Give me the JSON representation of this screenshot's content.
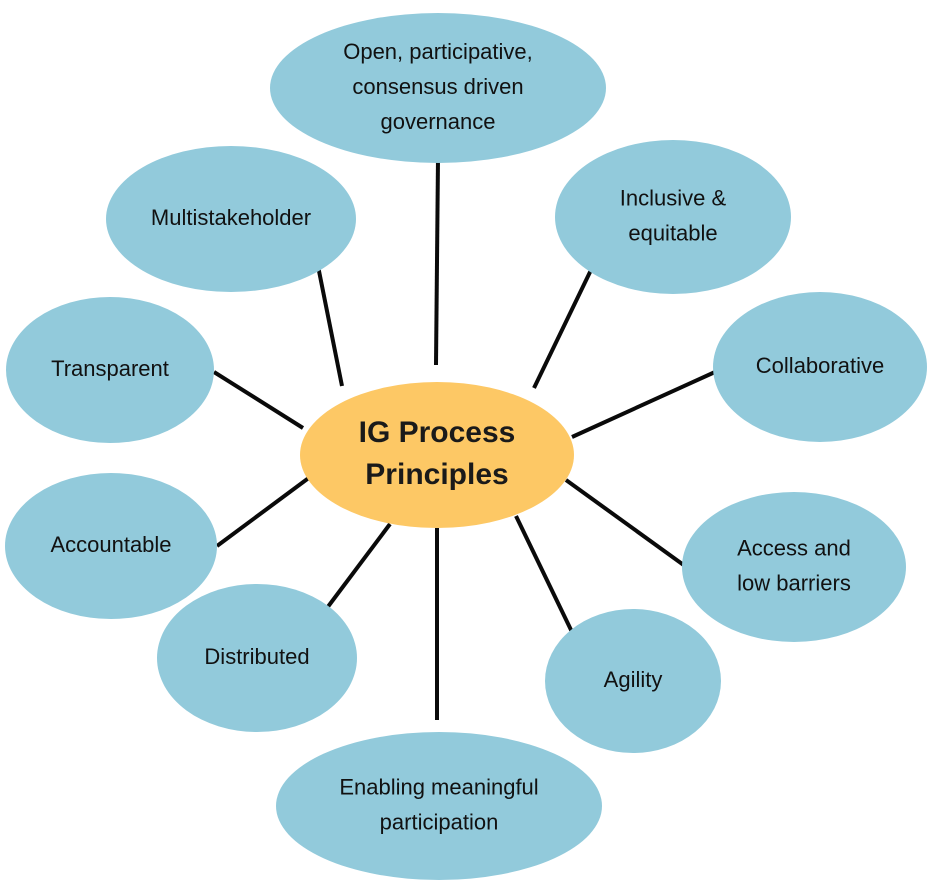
{
  "diagram": {
    "center": {
      "lines": [
        "IG Process",
        "Principles"
      ],
      "color": "#FDC865"
    },
    "node_color": "#92CADB",
    "line_color": "#0a0a0a",
    "nodes": [
      {
        "id": "open-participative",
        "lines": [
          "Open, participative,",
          "consensus driven",
          "governance"
        ]
      },
      {
        "id": "inclusive-equitable",
        "lines": [
          "Inclusive &",
          "equitable"
        ]
      },
      {
        "id": "collaborative",
        "lines": [
          "Collaborative"
        ]
      },
      {
        "id": "access-low-barriers",
        "lines": [
          "Access and",
          "low barriers"
        ]
      },
      {
        "id": "agility",
        "lines": [
          "Agility"
        ]
      },
      {
        "id": "enabling-meaningful-participation",
        "lines": [
          "Enabling meaningful",
          "participation"
        ]
      },
      {
        "id": "distributed",
        "lines": [
          "Distributed"
        ]
      },
      {
        "id": "accountable",
        "lines": [
          "Accountable"
        ]
      },
      {
        "id": "transparent",
        "lines": [
          "Transparent"
        ]
      },
      {
        "id": "multistakeholder",
        "lines": [
          "Multistakeholder"
        ]
      }
    ]
  }
}
